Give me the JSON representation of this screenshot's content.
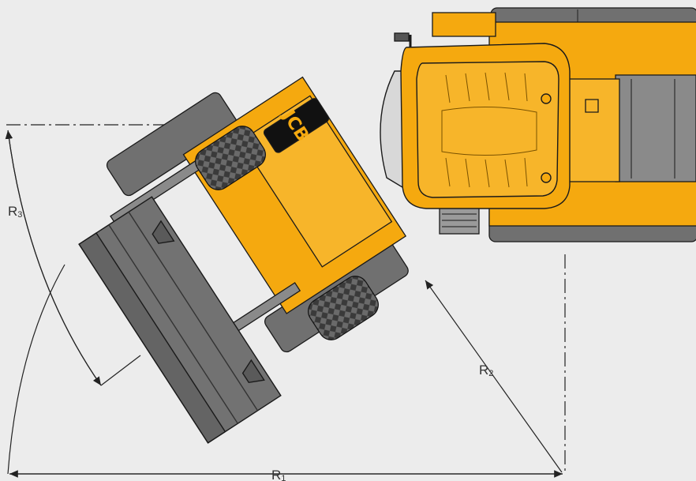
{
  "diagram": {
    "brand_logo_text": "JCB",
    "dimensions": [
      {
        "id": "r1",
        "label": "R",
        "sub": "1"
      },
      {
        "id": "r2",
        "label": "R",
        "sub": "2"
      },
      {
        "id": "r3",
        "label": "R",
        "sub": "3"
      }
    ]
  },
  "colors": {
    "background": "#ececec",
    "machine_yellow": "#f5a90f",
    "machine_grey": "#707070",
    "outline": "#1a1a1a",
    "dimension_line": "#222222"
  }
}
